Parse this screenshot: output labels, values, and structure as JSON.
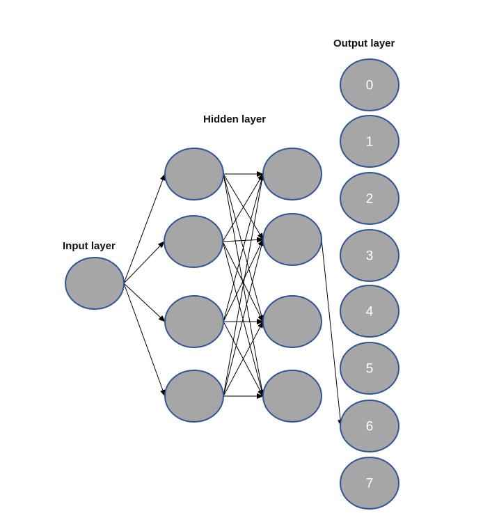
{
  "labels": {
    "input": "Input layer",
    "hidden": "Hidden layer",
    "output": "Output layer"
  },
  "colors": {
    "node_fill": "#a6a6a6",
    "node_stroke": "#2f5597",
    "edge": "#000000",
    "node_text": "#ffffff"
  },
  "layers": {
    "input": {
      "count": 1
    },
    "hidden_1": {
      "count": 4
    },
    "hidden_2": {
      "count": 4
    },
    "output": {
      "labels": [
        "0",
        "1",
        "2",
        "3",
        "4",
        "5",
        "6",
        "7"
      ]
    }
  },
  "connections": [
    {
      "from": "input",
      "to": "hidden_1",
      "type": "all-to-all"
    },
    {
      "from": "hidden_1",
      "to": "hidden_2",
      "type": "all-to-all"
    },
    {
      "from": "hidden_2.1",
      "to": "output.6",
      "type": "single"
    }
  ]
}
